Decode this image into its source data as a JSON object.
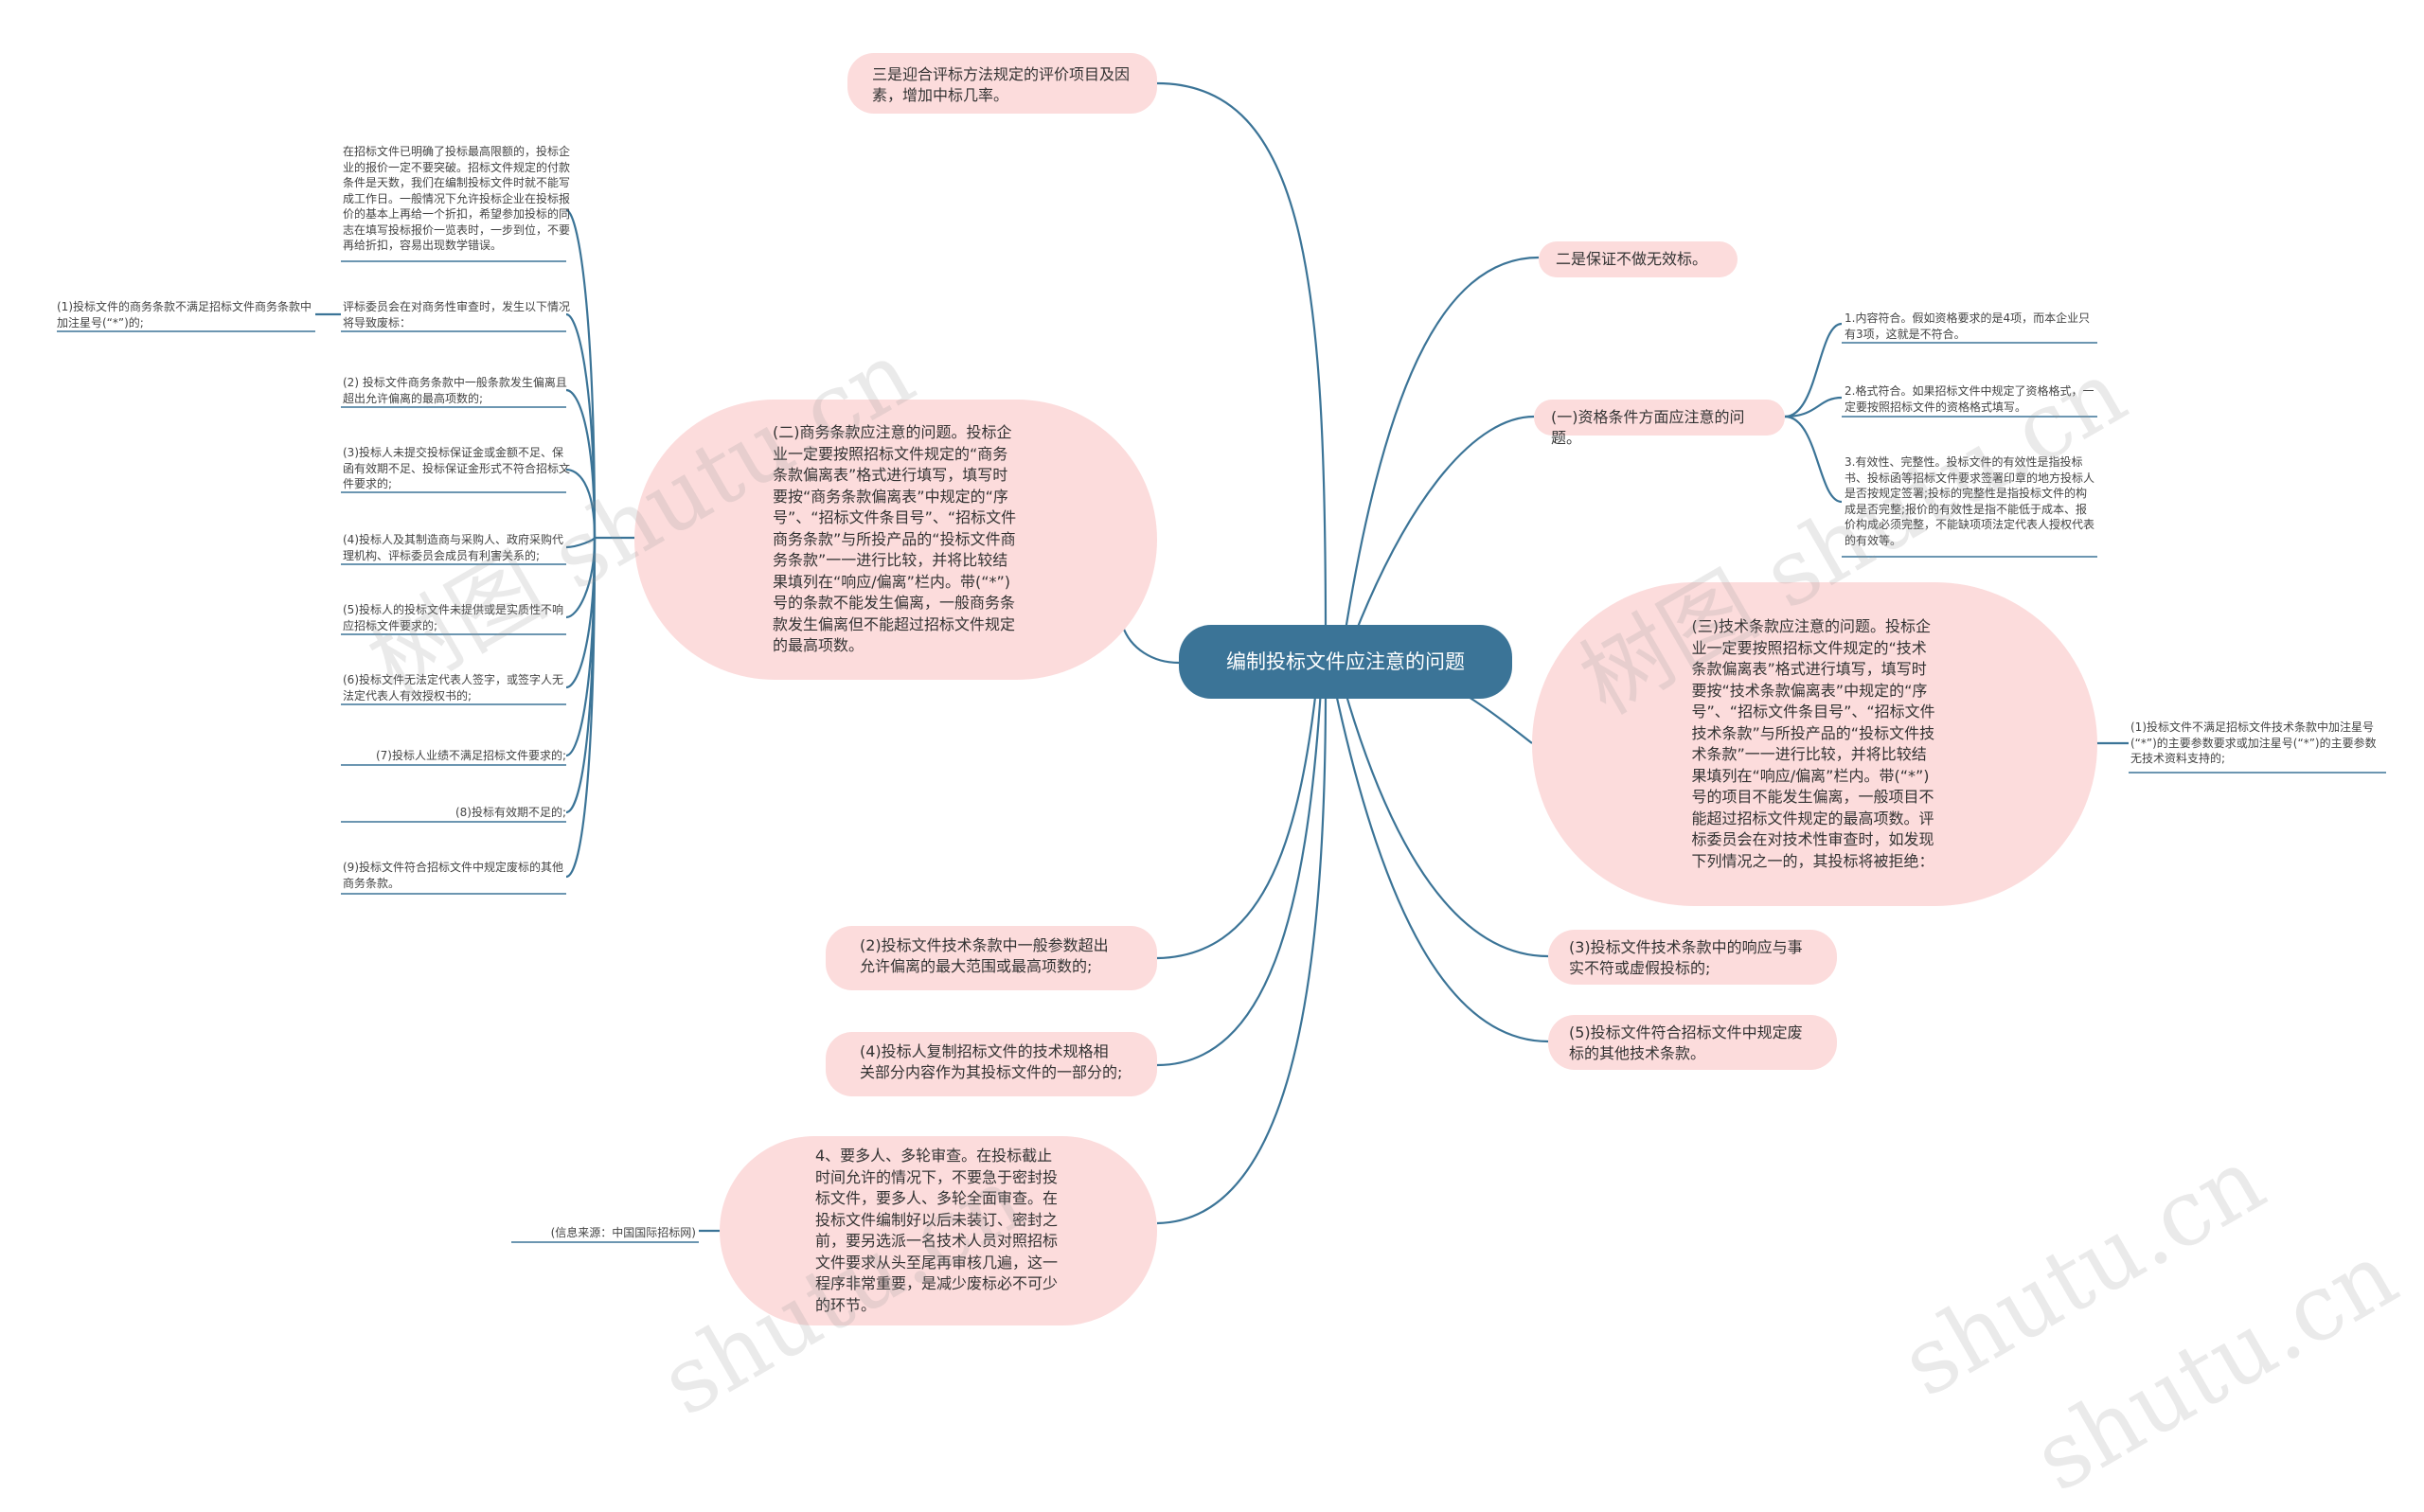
{
  "root": {
    "title": "编制投标文件应注意的问题"
  },
  "watermarks": [
    "树图 shutu.cn",
    "树图 shutu.cn",
    "shutu.cn",
    "shutu.cn",
    "shutu.cn"
  ],
  "right": {
    "branch_3": "三是迎合评标方法规定的评价项目及因素，增加中标几率。",
    "branch_2": "二是保证不做无效标。",
    "qualification": {
      "title": "(一)资格条件方面应注意的问题。",
      "items": [
        "1.内容符合。假如资格要求的是4项，而本企业只有3项，这就是不符合。",
        "2.格式符合。如果招标文件中规定了资格格式，一定要按照招标文件的资格格式填写。",
        "3.有效性、完整性。投标文件的有效性是指投标书、投标函等招标文件要求签署印章的地方投标人是否按规定签署;投标的完整性是指投标文件的构成是否完整;报价的有效性是指不能低于成本、报价构成必须完整，不能缺项项法定代表人授权代表的有效等。"
      ]
    },
    "technical": {
      "title": "(三)技术条款应注意的问题。投标企业一定要按照招标文件规定的“技术条款偏离表”格式进行填写，填写时要按“技术条款偏离表”中规定的“序号”、“招标文件条目号”、“招标文件技术条款”与所投产品的“投标文件技术条款”一一进行比较，并将比较结果填列在“响应/偏离”栏内。带(“*”)号的项目不能发生偏离，一般项目不能超过招标文件规定的最高项数。评标委员会在对技术性审查时，如发现下列情况之一的，其投标将被拒绝：",
      "item_1": "(1)投标文件不满足招标文件技术条款中加注星号(“*”)的主要参数要求或加注星号(“*”)的主要参数无技术资料支持的;"
    },
    "tech_3": "(3)投标文件技术条款中的响应与事实不符或虚假投标的;",
    "tech_5": "(5)投标文件符合招标文件中规定废标的其他技术条款。"
  },
  "left": {
    "business": {
      "title": "(二)商务条款应注意的问题。投标企业一定要按照招标文件规定的“商务条款偏离表”格式进行填写，填写时要按“商务条款偏离表”中规定的“序号”、“招标文件条目号”、“招标文件商务条款”与所投产品的“投标文件商务条款”一一进行比较，并将比较结果填列在“响应/偏离”栏内。带(“*”)号的条款不能发生偏离，一般商务条款发生偏离但不能超过招标文件规定的最高项数。",
      "note": "在招标文件已明确了投标最高限额的，投标企业的报价一定不要突破。招标文件规定的付款条件是天数，我们在编制投标文件时就不能写成工作日。一般情况下允许投标企业在投标报价的基本上再给一个折扣，希望参加投标的同志在填写投标报价一览表时，一步到位，不要再给折扣，容易出现数学错误。",
      "review": "评标委员会在对商务性审查时，发生以下情况将导致废标：",
      "review_sub": "(1)投标文件的商务条款不满足招标文件商务条款中加注星号(“*”)的;",
      "items": [
        "(2) 投标文件商务条款中一般条款发生偏离且超出允许偏离的最高项数的;",
        "(3)投标人未提交投标保证金或金额不足、保函有效期不足、投标保证金形式不符合招标文件要求的;",
        "(4)投标人及其制造商与采购人、政府采购代理机构、评标委员会成员有利害关系的;",
        "(5)投标人的投标文件未提供或是实质性不响应招标文件要求的;",
        "(6)投标文件无法定代表人签字，或签字人无法定代表人有效授权书的;",
        "(7)投标人业绩不满足招标文件要求的;",
        "(8)投标有效期不足的;",
        "(9)投标文件符合招标文件中规定废标的其他商务条款。"
      ]
    },
    "tech_2": "(2)投标文件技术条款中一般参数超出允许偏离的最大范围或最高项数的;",
    "tech_4": "(4)投标人复制招标文件的技术规格相关部分内容作为其投标文件的一部分的;",
    "branch_4": "4、要多人、多轮审查。在投标截止时间允许的情况下，不要急于密封投标文件，要多人、多轮全面审查。在投标文件编制好以后未装订、密封之前，要另选派一名技术人员对照招标文件要求从头至尾再审核几遍，这一程序非常重要，是减少废标必不可少的环节。",
    "source": "(信息来源：中国国际招标网)"
  },
  "colors": {
    "root": "#3b7497",
    "node": "#fcdcdc",
    "line": "#3b7497"
  }
}
